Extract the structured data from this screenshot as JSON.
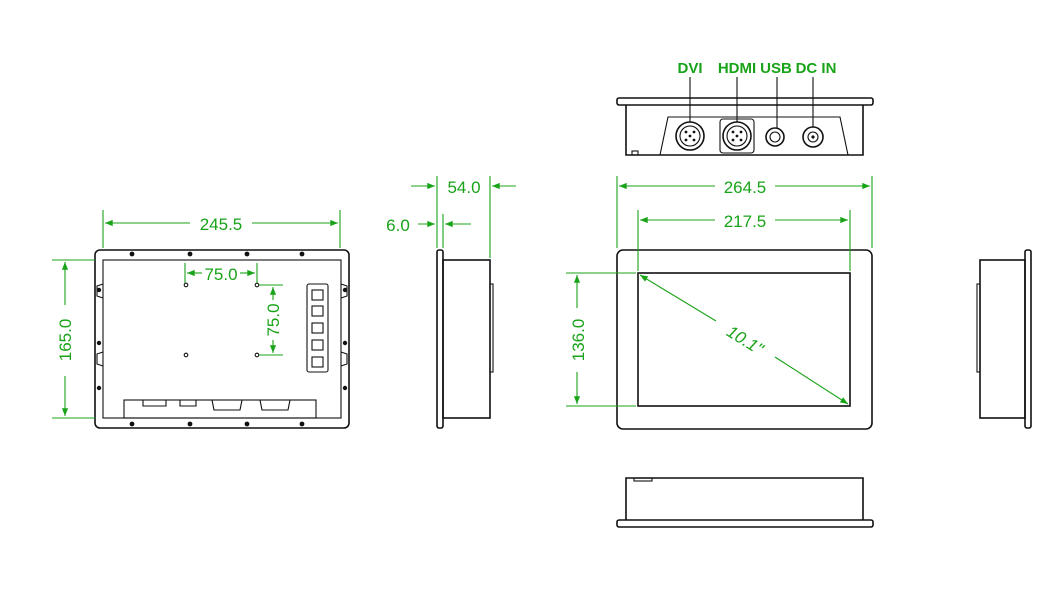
{
  "connector_labels": {
    "dvi": "DVI",
    "hdmi": "HDMI",
    "usb": "USB",
    "dc_in": "DC IN"
  },
  "dimensions": {
    "rear_width": "245.5",
    "rear_height": "165.0",
    "mount_horizontal": "75.0",
    "mount_vertical": "75.0",
    "side_depth": "54.0",
    "side_flange": "6.0",
    "front_width": "264.5",
    "screen_width": "217.5",
    "screen_height": "136.0",
    "screen_diagonal": "10.1\""
  },
  "colors": {
    "dimension": "#19a319",
    "outline": "#111111"
  }
}
